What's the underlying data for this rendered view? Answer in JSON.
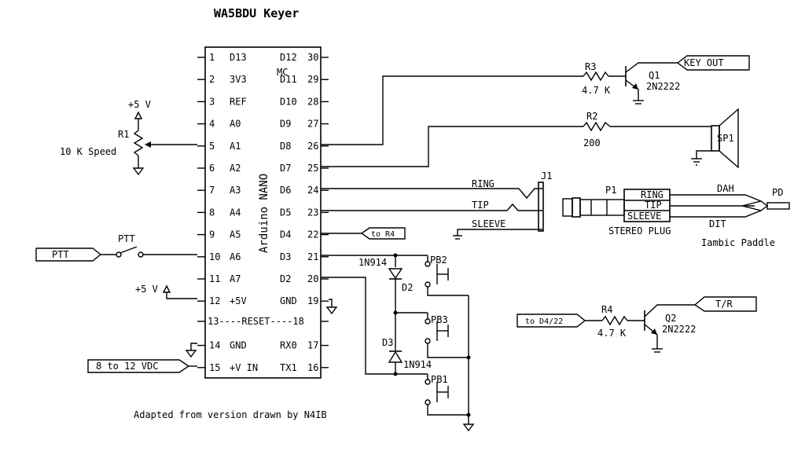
{
  "title": "WA5BDU Keyer",
  "footer": "Adapted from version drawn by N4IB",
  "nano": {
    "name": "Arduino NANO",
    "mc": "MC",
    "left_pins": [
      {
        "n": "1",
        "label": "D13"
      },
      {
        "n": "2",
        "label": "3V3"
      },
      {
        "n": "3",
        "label": "REF"
      },
      {
        "n": "4",
        "label": "A0"
      },
      {
        "n": "5",
        "label": "A1"
      },
      {
        "n": "6",
        "label": "A2"
      },
      {
        "n": "7",
        "label": "A3"
      },
      {
        "n": "8",
        "label": "A4"
      },
      {
        "n": "9",
        "label": "A5"
      },
      {
        "n": "10",
        "label": "A6"
      },
      {
        "n": "11",
        "label": "A7"
      },
      {
        "n": "12",
        "label": "+5V"
      },
      {
        "n": "13",
        "label": ""
      },
      {
        "n": "14",
        "label": "GND"
      },
      {
        "n": "15",
        "label": "+V IN"
      }
    ],
    "right_pins": [
      {
        "n": "30",
        "label": "D12"
      },
      {
        "n": "29",
        "label": "D11"
      },
      {
        "n": "28",
        "label": "D10"
      },
      {
        "n": "27",
        "label": "D9"
      },
      {
        "n": "26",
        "label": "D8"
      },
      {
        "n": "25",
        "label": "D7"
      },
      {
        "n": "24",
        "label": "D6"
      },
      {
        "n": "23",
        "label": "D5"
      },
      {
        "n": "22",
        "label": "D4"
      },
      {
        "n": "21",
        "label": "D3"
      },
      {
        "n": "20",
        "label": "D2"
      },
      {
        "n": "19",
        "label": "GND"
      },
      {
        "n": "18",
        "label": ""
      },
      {
        "n": "17",
        "label": "RX0"
      },
      {
        "n": "16",
        "label": "TX1"
      }
    ],
    "reset_row": "13----RESET----18"
  },
  "components": {
    "r1": {
      "ref": "R1",
      "value": "10 K Speed",
      "supply": "+5 V"
    },
    "r2": {
      "ref": "R2",
      "value": "200"
    },
    "r3": {
      "ref": "R3",
      "value": "4.7 K"
    },
    "r4": {
      "ref": "R4",
      "value": "4.7 K"
    },
    "q1": {
      "ref": "Q1",
      "type": "2N2222"
    },
    "q2": {
      "ref": "Q2",
      "type": "2N2222"
    },
    "sp1": {
      "ref": "SP1"
    },
    "j1": {
      "ref": "J1",
      "ring": "RING",
      "tip": "TIP",
      "sleeve": "SLEEVE"
    },
    "p1": {
      "ref": "P1",
      "ring": "RING",
      "tip": "TIP",
      "sleeve": "SLEEVE",
      "caption": "STEREO PLUG"
    },
    "pd": {
      "ref": "PD",
      "dah": "DAH",
      "dit": "DIT",
      "caption": "Iambic Paddle"
    },
    "ptt_switch": {
      "label": "PTT"
    },
    "pb1": {
      "ref": "PB1"
    },
    "pb2": {
      "ref": "PB2"
    },
    "pb3": {
      "ref": "PB3"
    },
    "d2": {
      "ref": "D2",
      "part": "1N914"
    },
    "d3": {
      "ref": "D3",
      "part": "1N914"
    },
    "plus5_pin12": "+5 V"
  },
  "ports": {
    "key_out": "KEY OUT",
    "ptt": "PTT",
    "to_r4": "to R4",
    "vin": "8 to 12 VDC",
    "to_d4": "to D4/22",
    "tr": "T/R"
  }
}
